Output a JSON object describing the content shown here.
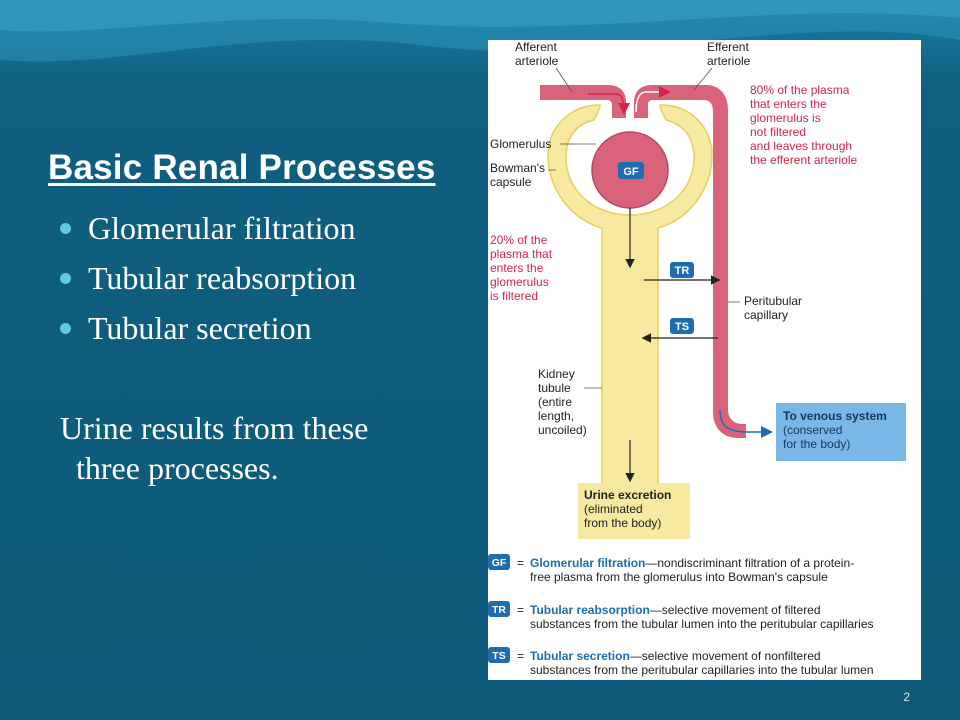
{
  "slide": {
    "title": "Basic Renal Processes",
    "bullets": [
      "Glomerular filtration",
      "Tubular reabsorption",
      "Tubular secretion"
    ],
    "summary_line1": "Urine results from these",
    "summary_line2": "three processes.",
    "page_number": "2"
  },
  "diagram": {
    "labels": {
      "afferent_1": "Afferent",
      "afferent_2": "arteriole",
      "efferent_1": "Efferent",
      "efferent_2": "arteriole",
      "glomerulus": "Glomerulus",
      "bowmans_1": "Bowman's",
      "bowmans_2": "capsule",
      "peritubular_1": "Peritubular",
      "peritubular_2": "capillary",
      "kidney_1": "Kidney",
      "kidney_2": "tubule",
      "kidney_3": "(entire",
      "kidney_4": "length,",
      "kidney_5": "uncoiled)"
    },
    "note_80": [
      "80% of the plasma",
      "that enters the",
      "glomerulus is",
      "not filtered",
      "and leaves through",
      "the efferent arteriole"
    ],
    "note_20": [
      "20% of the",
      "plasma that",
      "enters the",
      "glomerulus",
      "is filtered"
    ],
    "badges": {
      "gf": "GF",
      "tr": "TR",
      "ts": "TS"
    },
    "venous_box": [
      "To venous system",
      "(conserved",
      "for the body)"
    ],
    "urine_box": [
      "Urine excretion",
      "(eliminated",
      "from the body)"
    ],
    "legend": [
      {
        "badge": "GF",
        "eq": "=",
        "term": "Glomerular filtration",
        "line1": "—nondiscriminant filtration of a protein-",
        "line2": "free plasma from the glomerulus into Bowman's capsule"
      },
      {
        "badge": "TR",
        "eq": "=",
        "term": "Tubular reabsorption",
        "line1": "—selective movement of filtered",
        "line2": "substances from the tubular lumen into the peritubular capillaries"
      },
      {
        "badge": "TS",
        "eq": "=",
        "term": "Tubular secretion",
        "line1": "—selective movement of nonfiltered",
        "line2": "substances from the peritubular capillaries into the tubular lumen"
      }
    ],
    "colors": {
      "vessel": "#d9637a",
      "tubule": "#f7e9a0",
      "badge": "#1f6cb0",
      "note_red": "#d2244a",
      "venous_box": "#79b8e6",
      "urine_box": "#f7e9a0"
    }
  }
}
